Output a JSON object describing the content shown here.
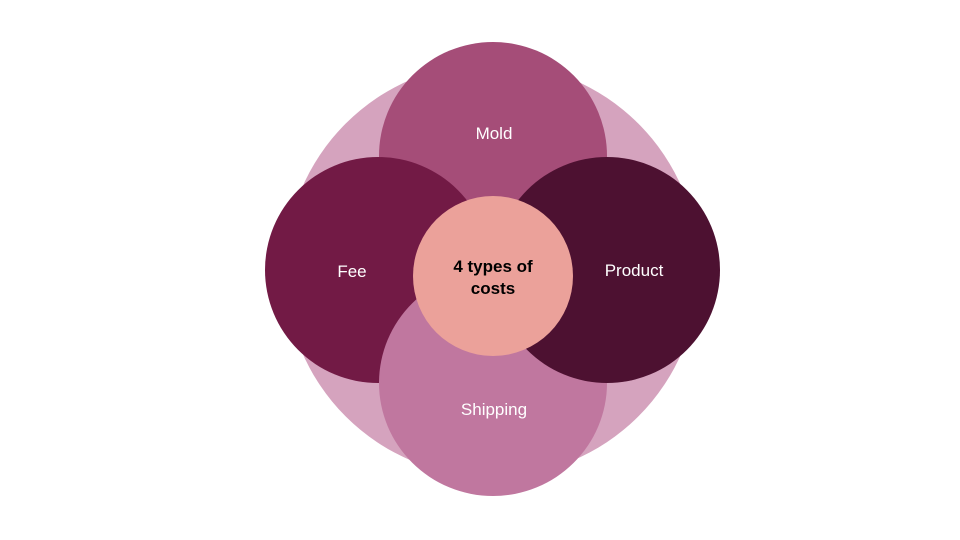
{
  "diagram": {
    "center": {
      "line1": "4 types of",
      "line2": "costs",
      "color": "#EBA19A"
    },
    "background_color": "#D5A3BE",
    "nodes": [
      {
        "label": "Mold",
        "color": "#A54D78"
      },
      {
        "label": "Fee",
        "color": "#721A45"
      },
      {
        "label": "Shipping",
        "color": "#C0779F"
      },
      {
        "label": "Product",
        "color": "#4D1131"
      }
    ]
  }
}
